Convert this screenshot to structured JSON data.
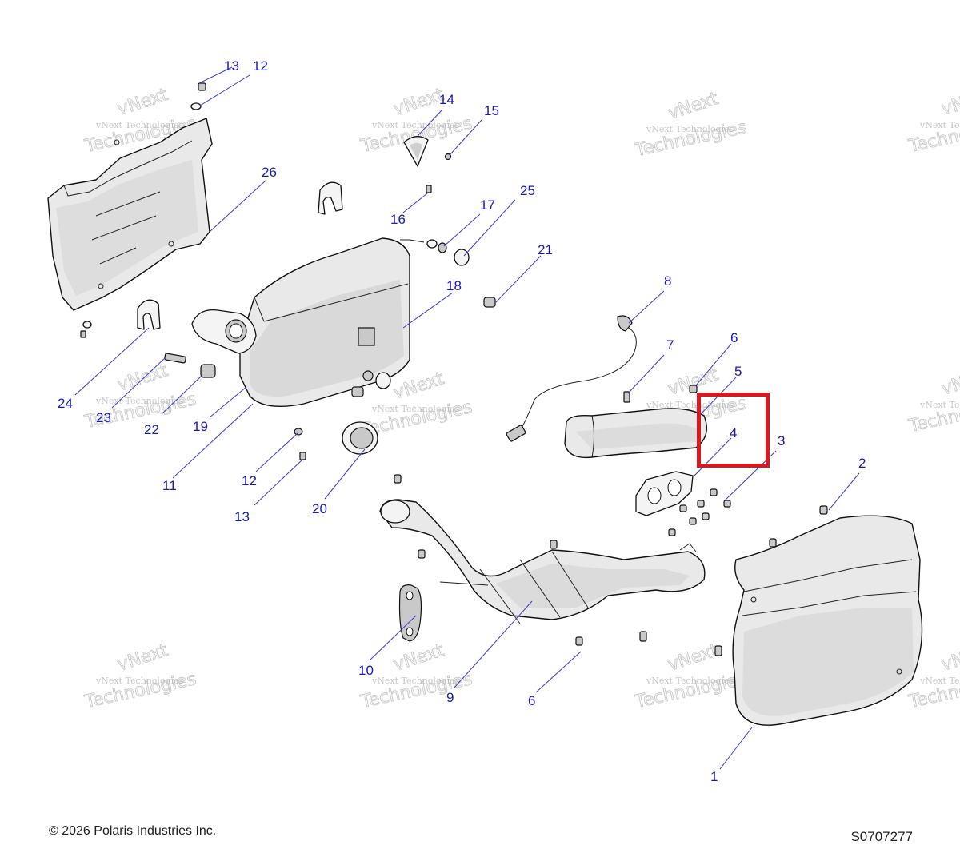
{
  "callouts": [
    {
      "id": "c1",
      "text": "1"
    },
    {
      "id": "c2",
      "text": "2"
    },
    {
      "id": "c3",
      "text": "3"
    },
    {
      "id": "c4",
      "text": "4"
    },
    {
      "id": "c5",
      "text": "5"
    },
    {
      "id": "c6a",
      "text": "6"
    },
    {
      "id": "c6b",
      "text": "6"
    },
    {
      "id": "c7",
      "text": "7"
    },
    {
      "id": "c8",
      "text": "8"
    },
    {
      "id": "c9",
      "text": "9"
    },
    {
      "id": "c10",
      "text": "10"
    },
    {
      "id": "c11",
      "text": "11"
    },
    {
      "id": "c12a",
      "text": "12"
    },
    {
      "id": "c12b",
      "text": "12"
    },
    {
      "id": "c13a",
      "text": "13"
    },
    {
      "id": "c13b",
      "text": "13"
    },
    {
      "id": "c14",
      "text": "14"
    },
    {
      "id": "c15",
      "text": "15"
    },
    {
      "id": "c16",
      "text": "16"
    },
    {
      "id": "c17",
      "text": "17"
    },
    {
      "id": "c18",
      "text": "18"
    },
    {
      "id": "c19",
      "text": "19"
    },
    {
      "id": "c20",
      "text": "20"
    },
    {
      "id": "c21",
      "text": "21"
    },
    {
      "id": "c22",
      "text": "22"
    },
    {
      "id": "c23",
      "text": "23"
    },
    {
      "id": "c24",
      "text": "24"
    },
    {
      "id": "c25",
      "text": "25"
    },
    {
      "id": "c26",
      "text": "26"
    }
  ],
  "watermark": {
    "line1": "vNext",
    "line2": "vNext Technologies",
    "line3": "Technologies"
  },
  "footer": {
    "copyright": "© 2026 Polaris Industries Inc.",
    "drawing_number": "S0707277"
  },
  "highlight": {
    "color": "#d71920",
    "target_callout": "4"
  },
  "colors": {
    "callout_text": "#1a1ab8",
    "leader_line": "#3a3ad0"
  }
}
